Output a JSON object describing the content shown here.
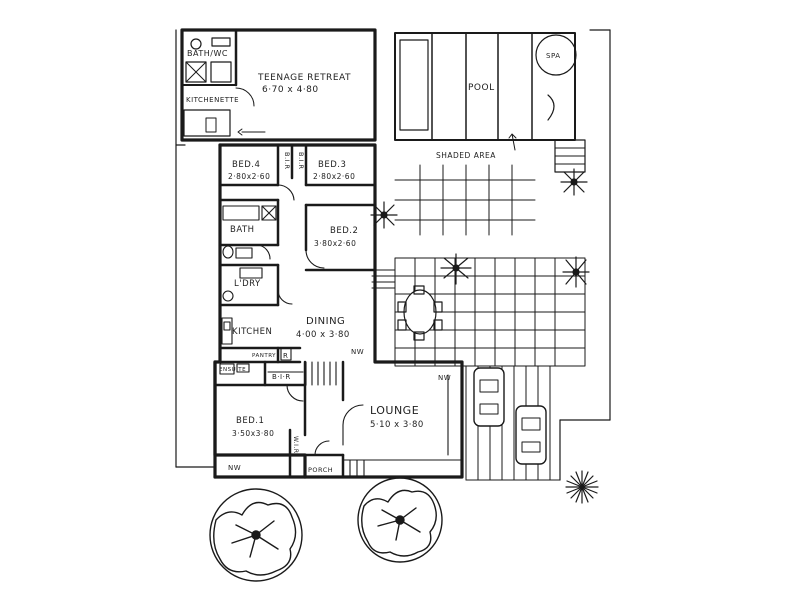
{
  "rooms": {
    "teenage_retreat": {
      "name": "TEENAGE RETREAT",
      "size": "6·70 x 4·80"
    },
    "bath_wc": {
      "name": "BATH/WC"
    },
    "kitchenette": {
      "name": "KITCHENETTE"
    },
    "bed4": {
      "name": "BED.4",
      "size": "2·80x2·60"
    },
    "bed3": {
      "name": "BED.3",
      "size": "2·80x2·60"
    },
    "bed2": {
      "name": "BED.2",
      "size": "3·80x2·60"
    },
    "bath": {
      "name": "BATH"
    },
    "ldry": {
      "name": "L'DRY"
    },
    "dining": {
      "name": "DINING",
      "size": "4·00 x 3·80"
    },
    "kitchen": {
      "name": "KITCHEN"
    },
    "bed1": {
      "name": "BED.1",
      "size": "3·50x3·80"
    },
    "lounge": {
      "name": "LOUNGE",
      "size": "5·10 x 3·80"
    }
  },
  "labels": {
    "pool": "POOL",
    "spa": "SPA",
    "shaded_area": "SHADED AREA",
    "bir1": "B.I.R",
    "bir2": "B.I.R",
    "bir3": "B·I·R",
    "wir": "W.I.R",
    "pantry": "PANTRY",
    "r": "R",
    "ensuite": "ENSUITE",
    "porch": "PORCH",
    "nw1": "NW",
    "nw2": "NW",
    "nw3": "NW"
  }
}
